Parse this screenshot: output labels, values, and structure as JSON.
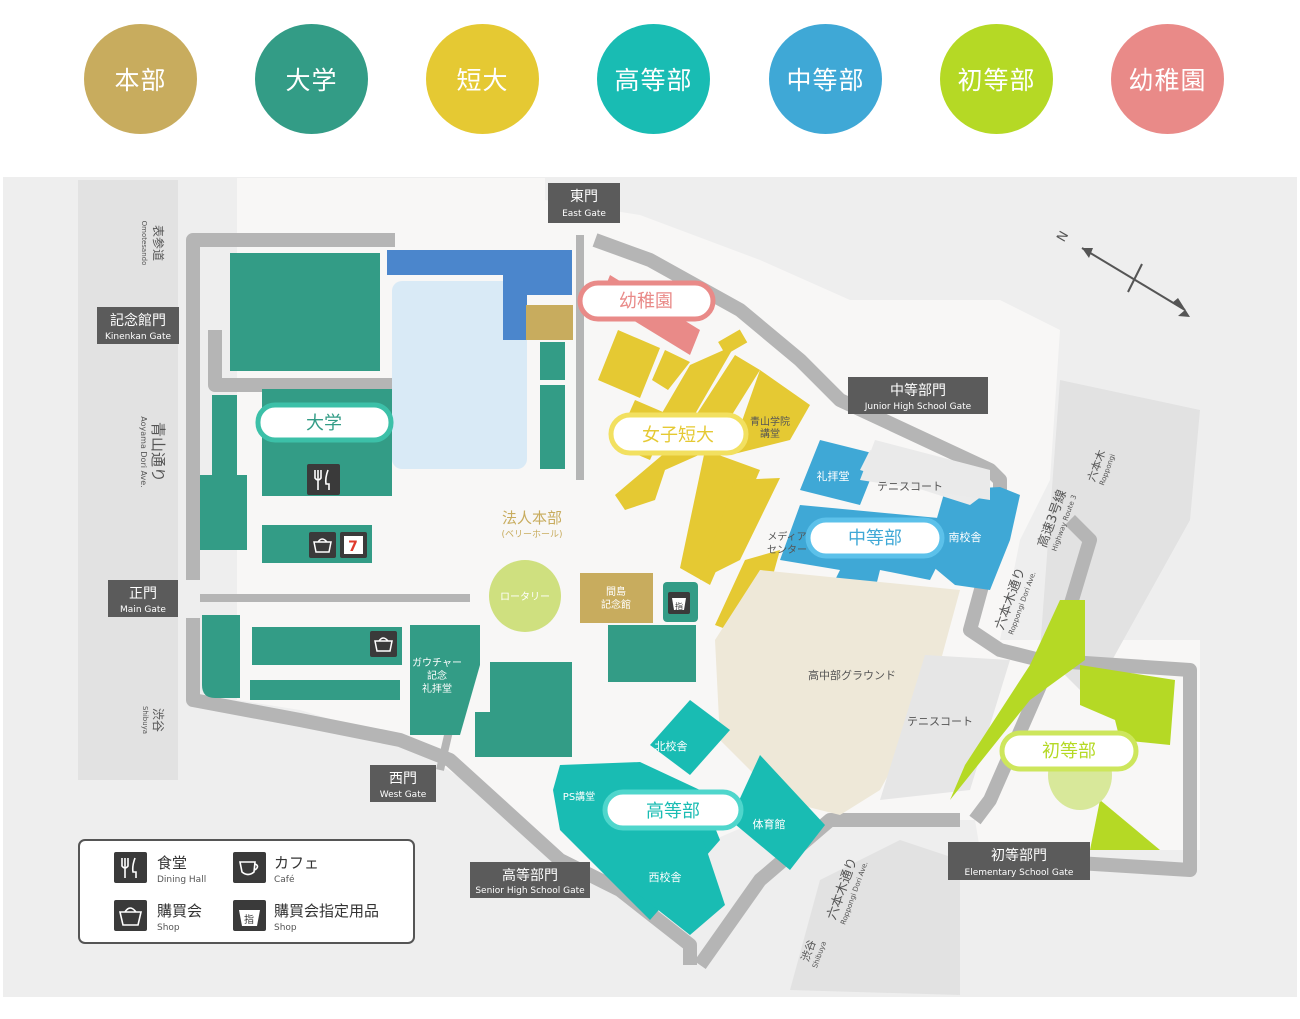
{
  "colors": {
    "honbu": "#c8ac5e",
    "daigaku": "#339c86",
    "tandai": "#e5c933",
    "koutoubu": "#19bcb3",
    "chuutoubu": "#3fa8d6",
    "shotoubu": "#b5d925",
    "youchien": "#e98a88"
  },
  "divisions": [
    "本部",
    "大学",
    "短大",
    "高等部",
    "中等部",
    "初等部",
    "幼稚園"
  ],
  "gates": {
    "east": {
      "ja": "東門",
      "en": "East Gate"
    },
    "kinenkan": {
      "ja": "記念館門",
      "en": "Kinenkan Gate"
    },
    "main": {
      "ja": "正門",
      "en": "Main Gate"
    },
    "west": {
      "ja": "西門",
      "en": "West Gate"
    },
    "junior_high": {
      "ja": "中等部門",
      "en": "Junior High School Gate"
    },
    "senior_high": {
      "ja": "高等部門",
      "en": "Senior High School Gate"
    },
    "elementary": {
      "ja": "初等部門",
      "en": "Elementary School Gate"
    }
  },
  "roads": {
    "omotesando": {
      "ja": "表参道",
      "en": "Omotesando"
    },
    "aoyama": {
      "ja": "青山通り",
      "en": "Aoyama Dori Ave."
    },
    "shibuya_left": {
      "ja": "渋谷",
      "en": "Shibuya"
    },
    "roppongi_mid": {
      "ja": "六本木通り",
      "en": "Roppongi Dori Ave."
    },
    "roppongi_bottom": {
      "ja": "六本木通り",
      "en": "Roppongi Dori Ave."
    },
    "highway": {
      "ja": "高速3号線",
      "en": "Highway Route 3"
    },
    "roppongi_top": {
      "ja": "六本木",
      "en": "Roppongi"
    },
    "shibuya_bottom": {
      "ja": "渋谷",
      "en": "Shibuya"
    }
  },
  "compass": {
    "north": "N"
  },
  "labels": {
    "youchien": "幼稚園",
    "daigaku": "大学",
    "joshi_tandai": "女子短大",
    "chuutoubu": "中等部",
    "koutoubu": "高等部",
    "shotoubu": "初等部",
    "houjin_honbu": "法人本部",
    "berry_hall": "(ベリーホール)",
    "rotary": "ロータリー",
    "mashima_1": "間島",
    "mashima_2": "記念館",
    "kodo_1": "青山学院",
    "kodo_2": "講堂",
    "gaucher_1": "ガウチャー",
    "gaucher_2": "記念",
    "gaucher_3": "礼拝堂",
    "chapel": "礼拝堂",
    "tennis_1": "テニスコート",
    "tennis_2": "テニスコート",
    "nankousha": "南校舎",
    "media_1": "メディア",
    "media_2": "センター",
    "ground": "高中部グラウンド",
    "hokukousha": "北校舎",
    "ps_kodo": "PS講堂",
    "taiikukan": "体育館",
    "seikousha": "西校舎"
  },
  "legend": [
    {
      "icon": "dining-icon",
      "ja": "食堂",
      "en": "Dining Hall"
    },
    {
      "icon": "cafe-icon",
      "ja": "カフェ",
      "en": "Café"
    },
    {
      "icon": "shop-icon",
      "ja": "購買会",
      "en": "Shop"
    },
    {
      "icon": "designated-goods-icon",
      "ja": "購買会指定用品",
      "en": "Shop"
    }
  ],
  "icon_glyphs": {
    "designated": "指",
    "seven": "7"
  }
}
